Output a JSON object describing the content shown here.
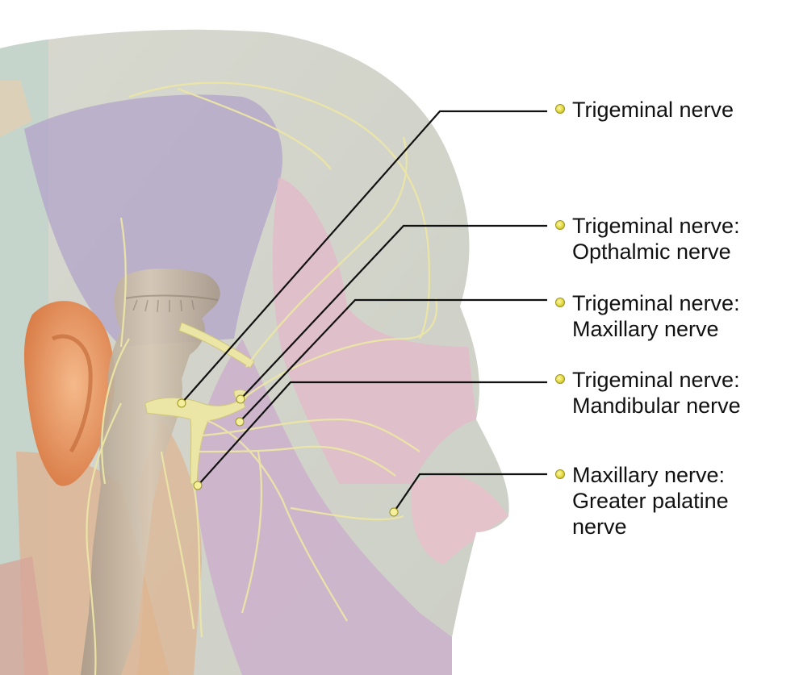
{
  "labels": [
    {
      "lines": [
        "Trigeminal nerve"
      ]
    },
    {
      "lines": [
        "Trigeminal nerve:",
        "Opthalmic nerve"
      ]
    },
    {
      "lines": [
        "Trigeminal nerve:",
        "Maxillary nerve"
      ]
    },
    {
      "lines": [
        "Trigeminal nerve:",
        "Mandibular nerve"
      ]
    },
    {
      "lines": [
        "Maxillary nerve:",
        "Greater palatine",
        "nerve"
      ]
    }
  ],
  "colors": {
    "nerve": "#ece6a6",
    "skin_overlay": "#c9d2ca",
    "ophthalmic_zone": "#a58fc4",
    "maxillary_zone": "#e7a9c3",
    "mandibular_zone": "#d4a0c9",
    "neck_zone": "#e0a174",
    "ear": "#e69a6a",
    "bullet": "#e8df4a",
    "leader_line": "#111111"
  }
}
